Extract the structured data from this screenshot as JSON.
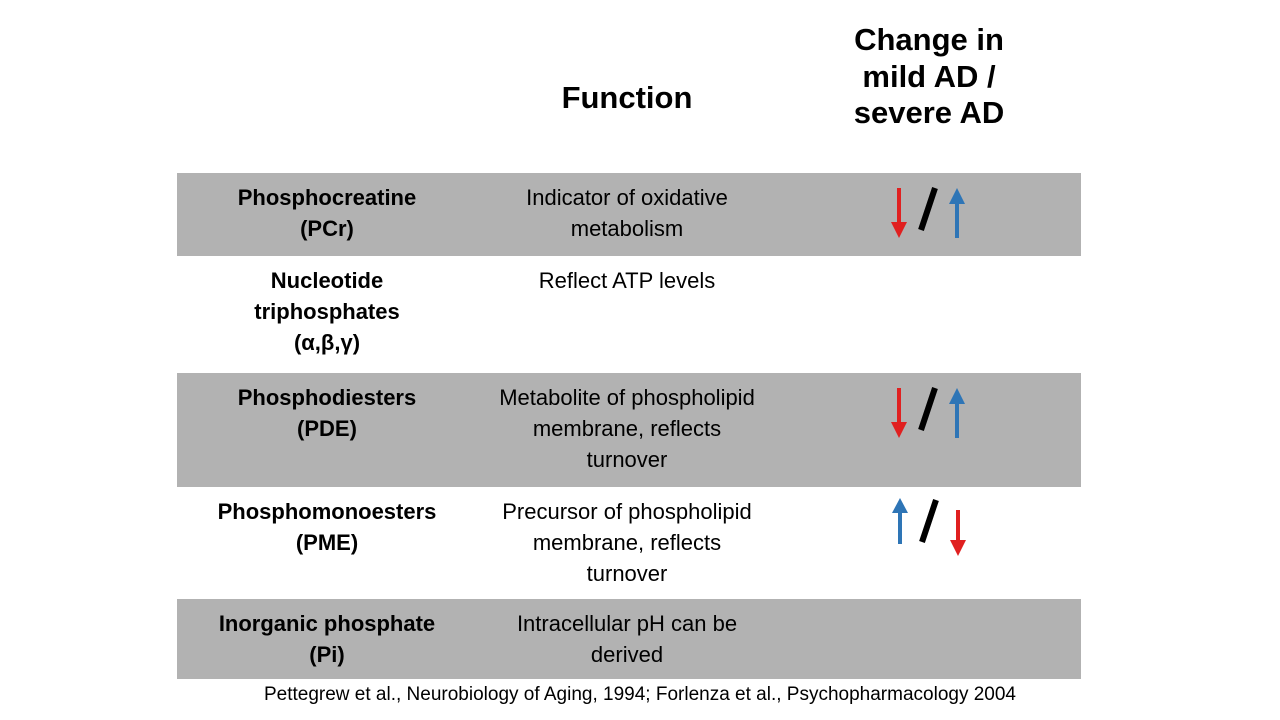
{
  "header": {
    "compound_label": "",
    "function_label": "Function",
    "change_lines": [
      "Change in",
      "mild AD /",
      "severe AD"
    ]
  },
  "colors": {
    "row_shaded_background": "#b2b2b2",
    "row_plain_background": "#ffffff",
    "arrow_decrease": "#e02020",
    "arrow_increase": "#2e75b6",
    "separator": "#000000",
    "text": "#000000"
  },
  "rows": [
    {
      "compound_lines": [
        "Phosphocreatine",
        "(PCr)"
      ],
      "function_lines": [
        "Indicator of oxidative",
        "metabolism"
      ],
      "change": {
        "mild_ad": "decrease",
        "severe_ad": "increase",
        "separator": "/"
      },
      "shaded": true
    },
    {
      "compound_lines": [
        "Nucleotide",
        "triphosphates",
        "(α,β,γ)"
      ],
      "function_lines": [
        "Reflect ATP levels"
      ],
      "change": {
        "mild_ad": "",
        "severe_ad": "",
        "separator": ""
      },
      "shaded": false
    },
    {
      "compound_lines": [
        "Phosphodiesters",
        "(PDE)"
      ],
      "function_lines": [
        "Metabolite of phospholipid",
        "membrane, reflects",
        "turnover"
      ],
      "change": {
        "mild_ad": "decrease",
        "severe_ad": "increase",
        "separator": "/"
      },
      "shaded": true
    },
    {
      "compound_lines": [
        "Phosphomonoesters",
        "(PME)"
      ],
      "function_lines": [
        "Precursor of phospholipid",
        "membrane, reflects",
        "turnover"
      ],
      "change": {
        "mild_ad": "increase",
        "severe_ad": "decrease",
        "separator": "/"
      },
      "shaded": false
    },
    {
      "compound_lines": [
        "Inorganic phosphate",
        "(Pi)"
      ],
      "function_lines": [
        "Intracellular pH can be",
        "derived"
      ],
      "change": {
        "mild_ad": "",
        "severe_ad": "",
        "separator": ""
      },
      "shaded": true
    }
  ],
  "citation": "Pettegrew et al., Neurobiology of Aging, 1994;  Forlenza et al., Psychopharmacology 2004"
}
